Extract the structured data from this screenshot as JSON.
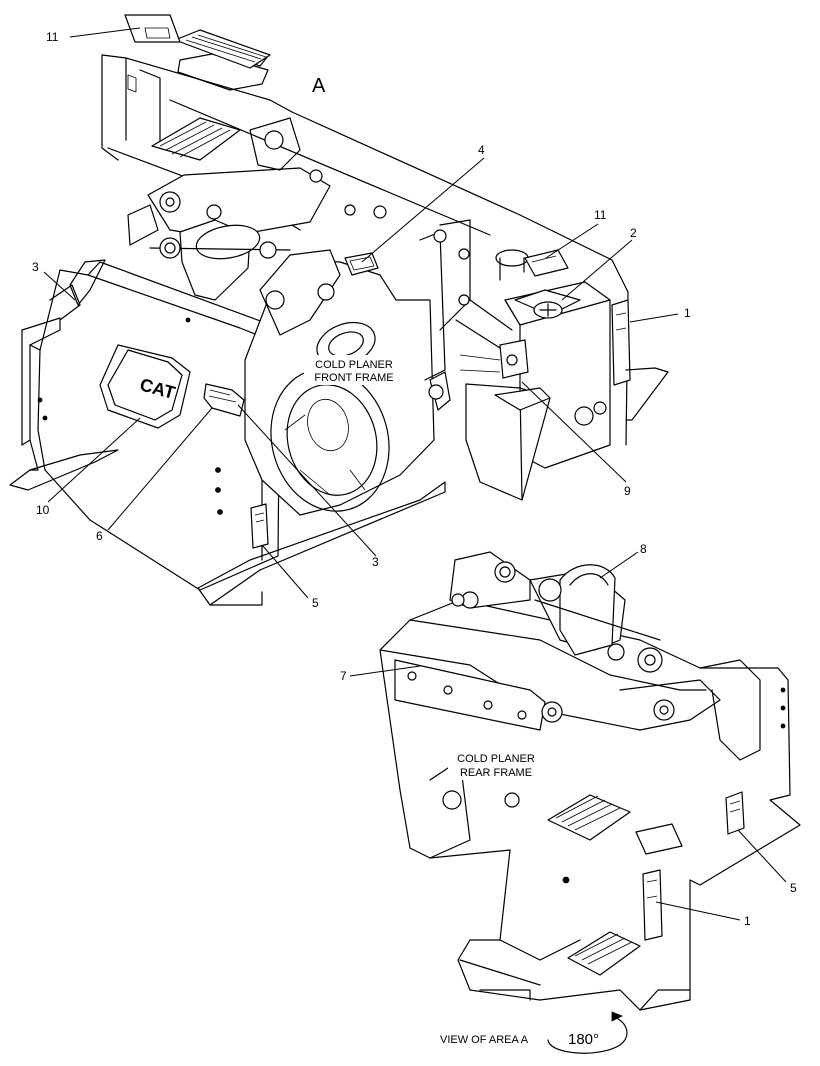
{
  "figure": {
    "view_letter": "A",
    "view_caption": "VIEW OF AREA A",
    "rotation_label": "180°",
    "front_frame_label": [
      "COLD PLANER",
      "FRONT FRAME"
    ],
    "rear_frame_label": [
      "COLD PLANER",
      "REAR FRAME"
    ],
    "logo_text": "CAT"
  },
  "callouts": [
    {
      "id": "callout-11-top",
      "number": "11"
    },
    {
      "id": "callout-4",
      "number": "4"
    },
    {
      "id": "callout-11-right",
      "number": "11"
    },
    {
      "id": "callout-2",
      "number": "2"
    },
    {
      "id": "callout-3-left",
      "number": "3"
    },
    {
      "id": "callout-1-top",
      "number": "1"
    },
    {
      "id": "callout-9",
      "number": "9"
    },
    {
      "id": "callout-10",
      "number": "10"
    },
    {
      "id": "callout-6",
      "number": "6"
    },
    {
      "id": "callout-3-bottom",
      "number": "3"
    },
    {
      "id": "callout-5-top",
      "number": "5"
    },
    {
      "id": "callout-8",
      "number": "8"
    },
    {
      "id": "callout-7",
      "number": "7"
    },
    {
      "id": "callout-5-bottom",
      "number": "5"
    },
    {
      "id": "callout-1-bottom",
      "number": "1"
    }
  ]
}
